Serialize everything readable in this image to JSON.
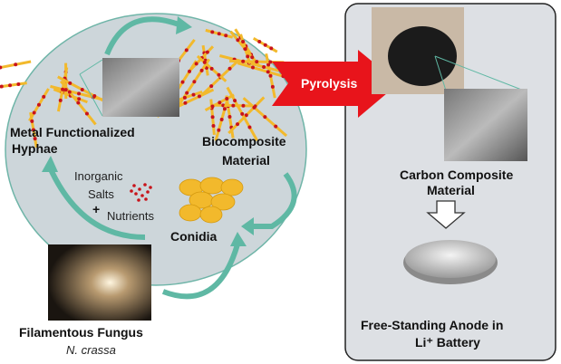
{
  "labels": {
    "hyphae_line1": "Metal Functionalized",
    "hyphae_line2": "Hyphae",
    "biocomposite_line1": "Biocomposite",
    "biocomposite_line2": "Material",
    "inorganic": "Inorganic",
    "salts": "Salts",
    "plus": "+",
    "nutrients": "Nutrients",
    "conidia": "Conidia",
    "fungus": "Filamentous Fungus",
    "species": "N. crassa",
    "pyrolysis": "Pyrolysis",
    "carbon_line1": "Carbon Composite",
    "carbon_line2": "Material",
    "anode_line1": "Free-Standing Anode in",
    "anode_line2": "Li⁺ Battery"
  },
  "colors": {
    "cycle_fill": "#cdd6da",
    "cycle_stroke": "#6fb5a8",
    "arrow_teal": "#5fb8a4",
    "pyrolysis_red": "#e8141b",
    "hyphae_yellow": "#f2b92c",
    "metal_red": "#c8141b",
    "panel_fill": "#dde0e4"
  }
}
